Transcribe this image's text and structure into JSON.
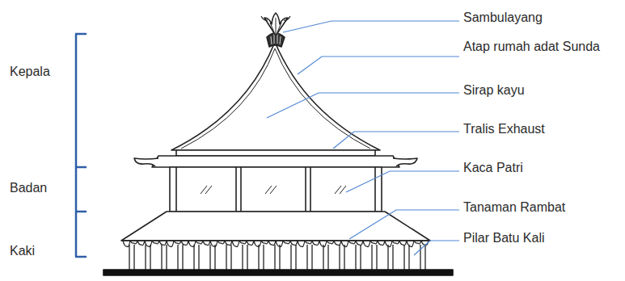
{
  "diagram": {
    "labels": [
      "Kepala",
      "Badan",
      "Kaki",
      "Sambulayang",
      "Atap rumah adat Sunda",
      "Sirap kayu",
      "Tralis Exhaust",
      "Kaca Patri",
      "Tanaman Rambat",
      "Pilar Batu Kali"
    ]
  }
}
